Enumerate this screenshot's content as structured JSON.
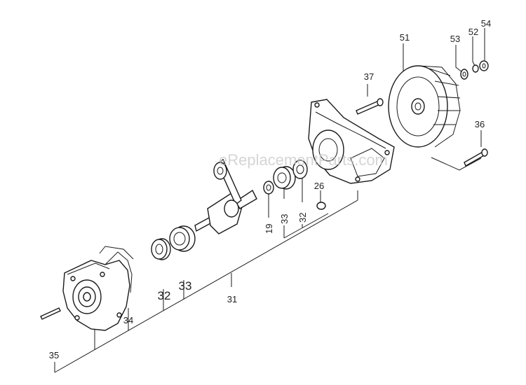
{
  "watermark": "eReplacementParts.com",
  "callouts": [
    {
      "id": "54",
      "text": "54"
    },
    {
      "id": "52",
      "text": "52"
    },
    {
      "id": "53",
      "text": "53"
    },
    {
      "id": "51",
      "text": "51"
    },
    {
      "id": "37",
      "text": "37"
    },
    {
      "id": "36",
      "text": "36"
    },
    {
      "id": "26",
      "text": "26"
    },
    {
      "id": "19",
      "text": "19"
    },
    {
      "id": "33a",
      "text": "33"
    },
    {
      "id": "32a",
      "text": "32"
    },
    {
      "id": "32b",
      "text": "32"
    },
    {
      "id": "33b",
      "text": "33"
    },
    {
      "id": "31",
      "text": "31"
    },
    {
      "id": "34",
      "text": "34"
    },
    {
      "id": "35",
      "text": "35"
    }
  ]
}
